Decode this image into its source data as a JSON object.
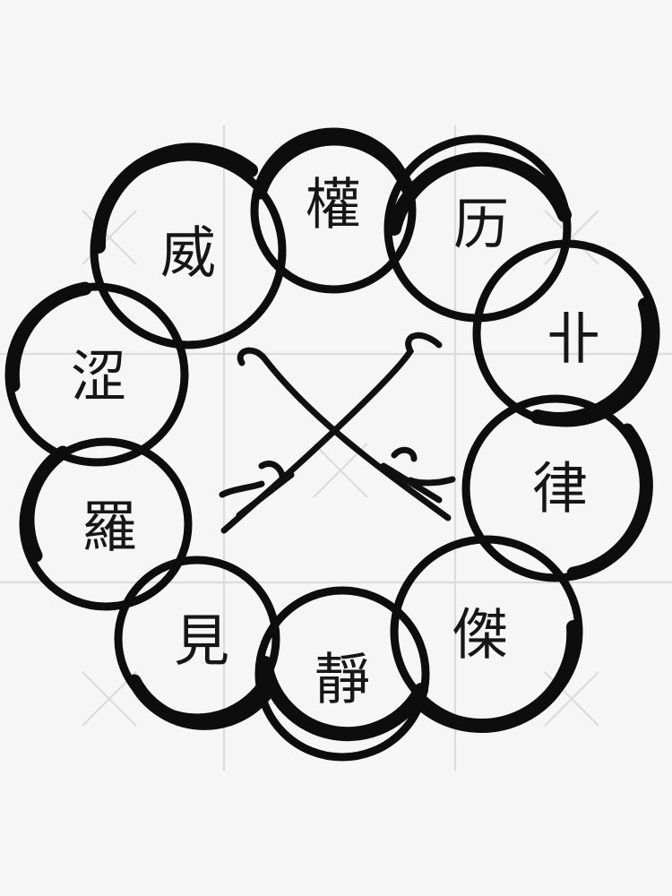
{
  "artwork": {
    "glyph_rings": [
      {
        "id": "ring-top",
        "glyph": "權"
      },
      {
        "id": "ring-upper-right",
        "glyph": "历"
      },
      {
        "id": "ring-right-upper",
        "glyph": "卝"
      },
      {
        "id": "ring-right",
        "glyph": "律"
      },
      {
        "id": "ring-lower-right",
        "glyph": "傑"
      },
      {
        "id": "ring-bottom",
        "glyph": "靜"
      },
      {
        "id": "ring-lower-left",
        "glyph": "見"
      },
      {
        "id": "ring-left",
        "glyph": "羅"
      },
      {
        "id": "ring-left-upper",
        "glyph": "涩"
      },
      {
        "id": "ring-upper-left",
        "glyph": "威"
      }
    ],
    "center_motif": "crossed-katanas-icon",
    "colors": {
      "ink": "#0d0d0d",
      "background": "#f6f6f6",
      "watermark": "#d9d9d9"
    }
  }
}
